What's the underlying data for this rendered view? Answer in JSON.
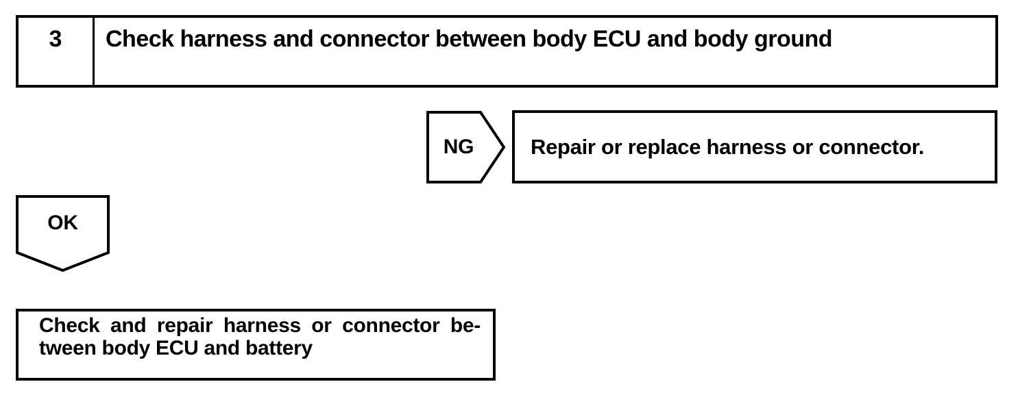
{
  "page": {
    "background_color": "#ffffff",
    "ink_color": "#000000"
  },
  "flowchart": {
    "step": {
      "number": "3",
      "title": "Check harness and connector between body ECU and body ground"
    },
    "ng_branch": {
      "label": "NG",
      "shape": "pentagon-arrow-right",
      "action": "Repair or replace harness or connector."
    },
    "ok_branch": {
      "label": "OK",
      "shape": "pentagon-arrow-down",
      "result_lines": {
        "0": "Check and repair harness or connector be-",
        "1": "tween body ECU and battery"
      }
    }
  }
}
